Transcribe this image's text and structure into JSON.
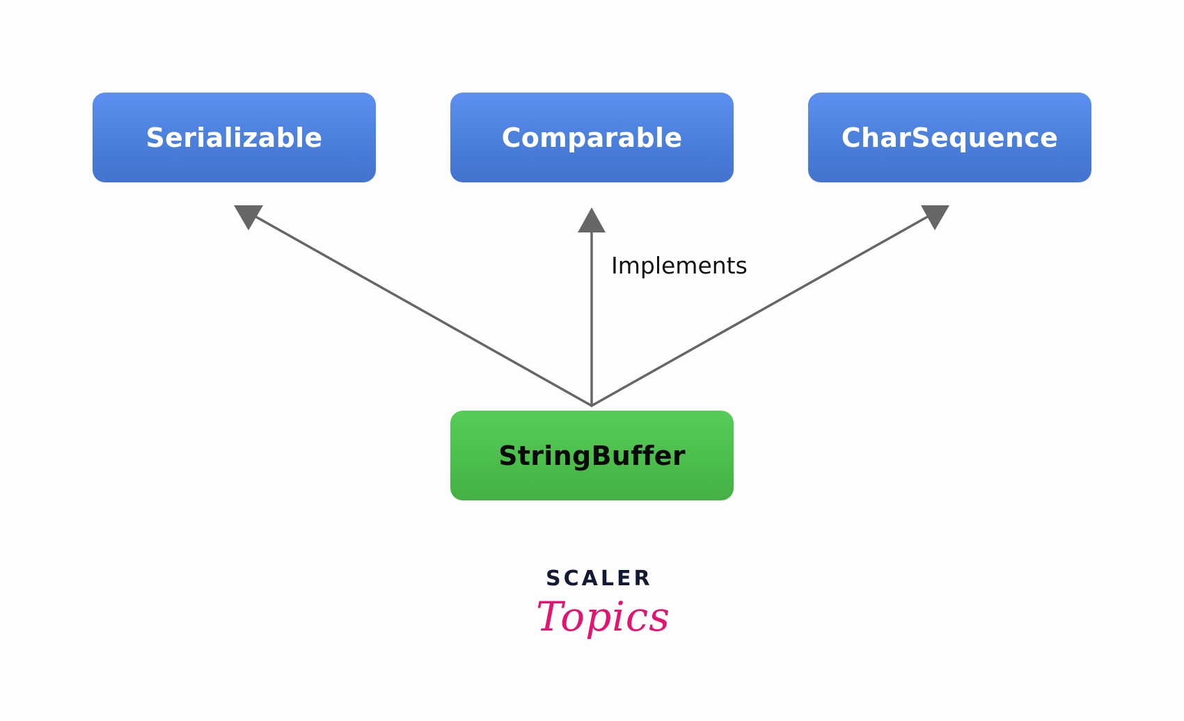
{
  "diagram": {
    "nodes": {
      "serializable": "Serializable",
      "comparable": "Comparable",
      "charsequence": "CharSequence",
      "stringbuffer": "StringBuffer"
    },
    "edge_label": "Implements",
    "edges": [
      {
        "from": "StringBuffer",
        "to": "Serializable"
      },
      {
        "from": "StringBuffer",
        "to": "Comparable"
      },
      {
        "from": "StringBuffer",
        "to": "CharSequence"
      }
    ],
    "colors": {
      "interface_node": "#4a7fdb",
      "class_node": "#4bbe4b",
      "arrow": "#666666"
    }
  },
  "logo": {
    "top": "SCALER",
    "bottom": "Topics"
  }
}
